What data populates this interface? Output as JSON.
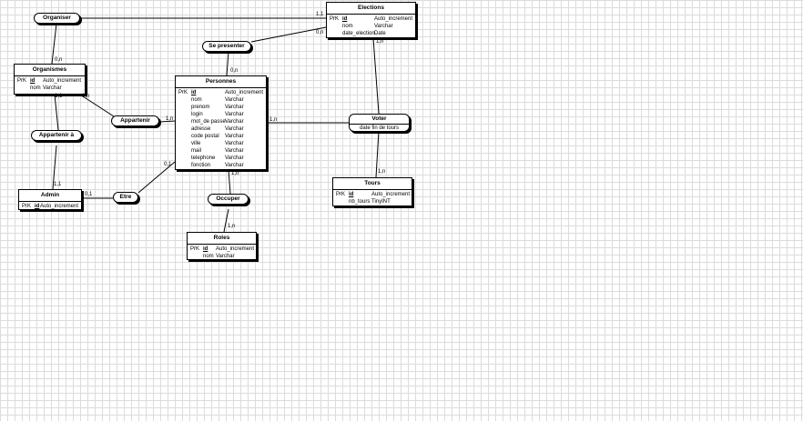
{
  "entities": {
    "elections": {
      "title": "Elections",
      "rows": [
        {
          "key": "PrK",
          "name": "id",
          "type": "Auto_increment"
        },
        {
          "key": "",
          "name": "nom",
          "type": "Varchar"
        },
        {
          "key": "",
          "name": "date_election",
          "type": "Date"
        }
      ]
    },
    "organismes": {
      "title": "Organismes",
      "rows": [
        {
          "key": "PrK",
          "name": "id",
          "type": "Auto_increment"
        },
        {
          "key": "",
          "name": "nom",
          "type": "Varchar"
        }
      ]
    },
    "personnes": {
      "title": "Personnes",
      "rows": [
        {
          "key": "PrK",
          "name": "id",
          "type": "Auto_increment"
        },
        {
          "key": "",
          "name": "nom",
          "type": "Varchar"
        },
        {
          "key": "",
          "name": "prenom",
          "type": "Varchar"
        },
        {
          "key": "",
          "name": "login",
          "type": "Varchar"
        },
        {
          "key": "",
          "name": "mot_de passe",
          "type": "Varchar"
        },
        {
          "key": "",
          "name": "adresse",
          "type": "Varchar"
        },
        {
          "key": "",
          "name": "code postal",
          "type": "Varchar"
        },
        {
          "key": "",
          "name": "ville",
          "type": "Varchar"
        },
        {
          "key": "",
          "name": "mail",
          "type": "Varchar"
        },
        {
          "key": "",
          "name": "telephone",
          "type": "Varchar"
        },
        {
          "key": "",
          "name": "fonction",
          "type": "Varchar"
        }
      ]
    },
    "admin": {
      "title": "Admin",
      "rows": [
        {
          "key": "PrK",
          "name": "id",
          "type": "Auto_increment"
        }
      ]
    },
    "roles": {
      "title": "Roles",
      "rows": [
        {
          "key": "PrK",
          "name": "id",
          "type": "Auto_increment"
        },
        {
          "key": "",
          "name": "nom",
          "type": "Varchar"
        }
      ]
    },
    "tours": {
      "title": "Tours",
      "rows": [
        {
          "key": "PrK",
          "name": "id",
          "type": "Auto_increment"
        },
        {
          "key": "",
          "name": "nb_tours",
          "type": "TinyINT"
        }
      ]
    }
  },
  "associations": {
    "organiser": {
      "title": "Organiser"
    },
    "se_presenter": {
      "title": "Se presenter"
    },
    "appartenir": {
      "title": "Appartenir"
    },
    "appartenir_a": {
      "title": "Appartenir à"
    },
    "voter": {
      "title": "Voter",
      "attr": "date fin de tours"
    },
    "etre": {
      "title": "Etre"
    },
    "occuper": {
      "title": "Occuper"
    }
  },
  "cardinalities": {
    "organiser_elections": "1,1",
    "organiser_organismes": "0,n",
    "sepresenter_elections": "0,n",
    "sepresenter_personnes": "0,n",
    "elections_voter": "1,n",
    "organismes_appartenir_a": "1,1",
    "organismes_appartenir": "1,n",
    "appartenir_personnes": "1,n",
    "personnes_voter": "1,n",
    "personnes_etre": "0,1",
    "personnes_occuper": "1,n",
    "admin_appartenir_a": "1,1",
    "admin_etre": "0,1",
    "roles_occuper": "1,n",
    "tours_voter": "1,n"
  }
}
